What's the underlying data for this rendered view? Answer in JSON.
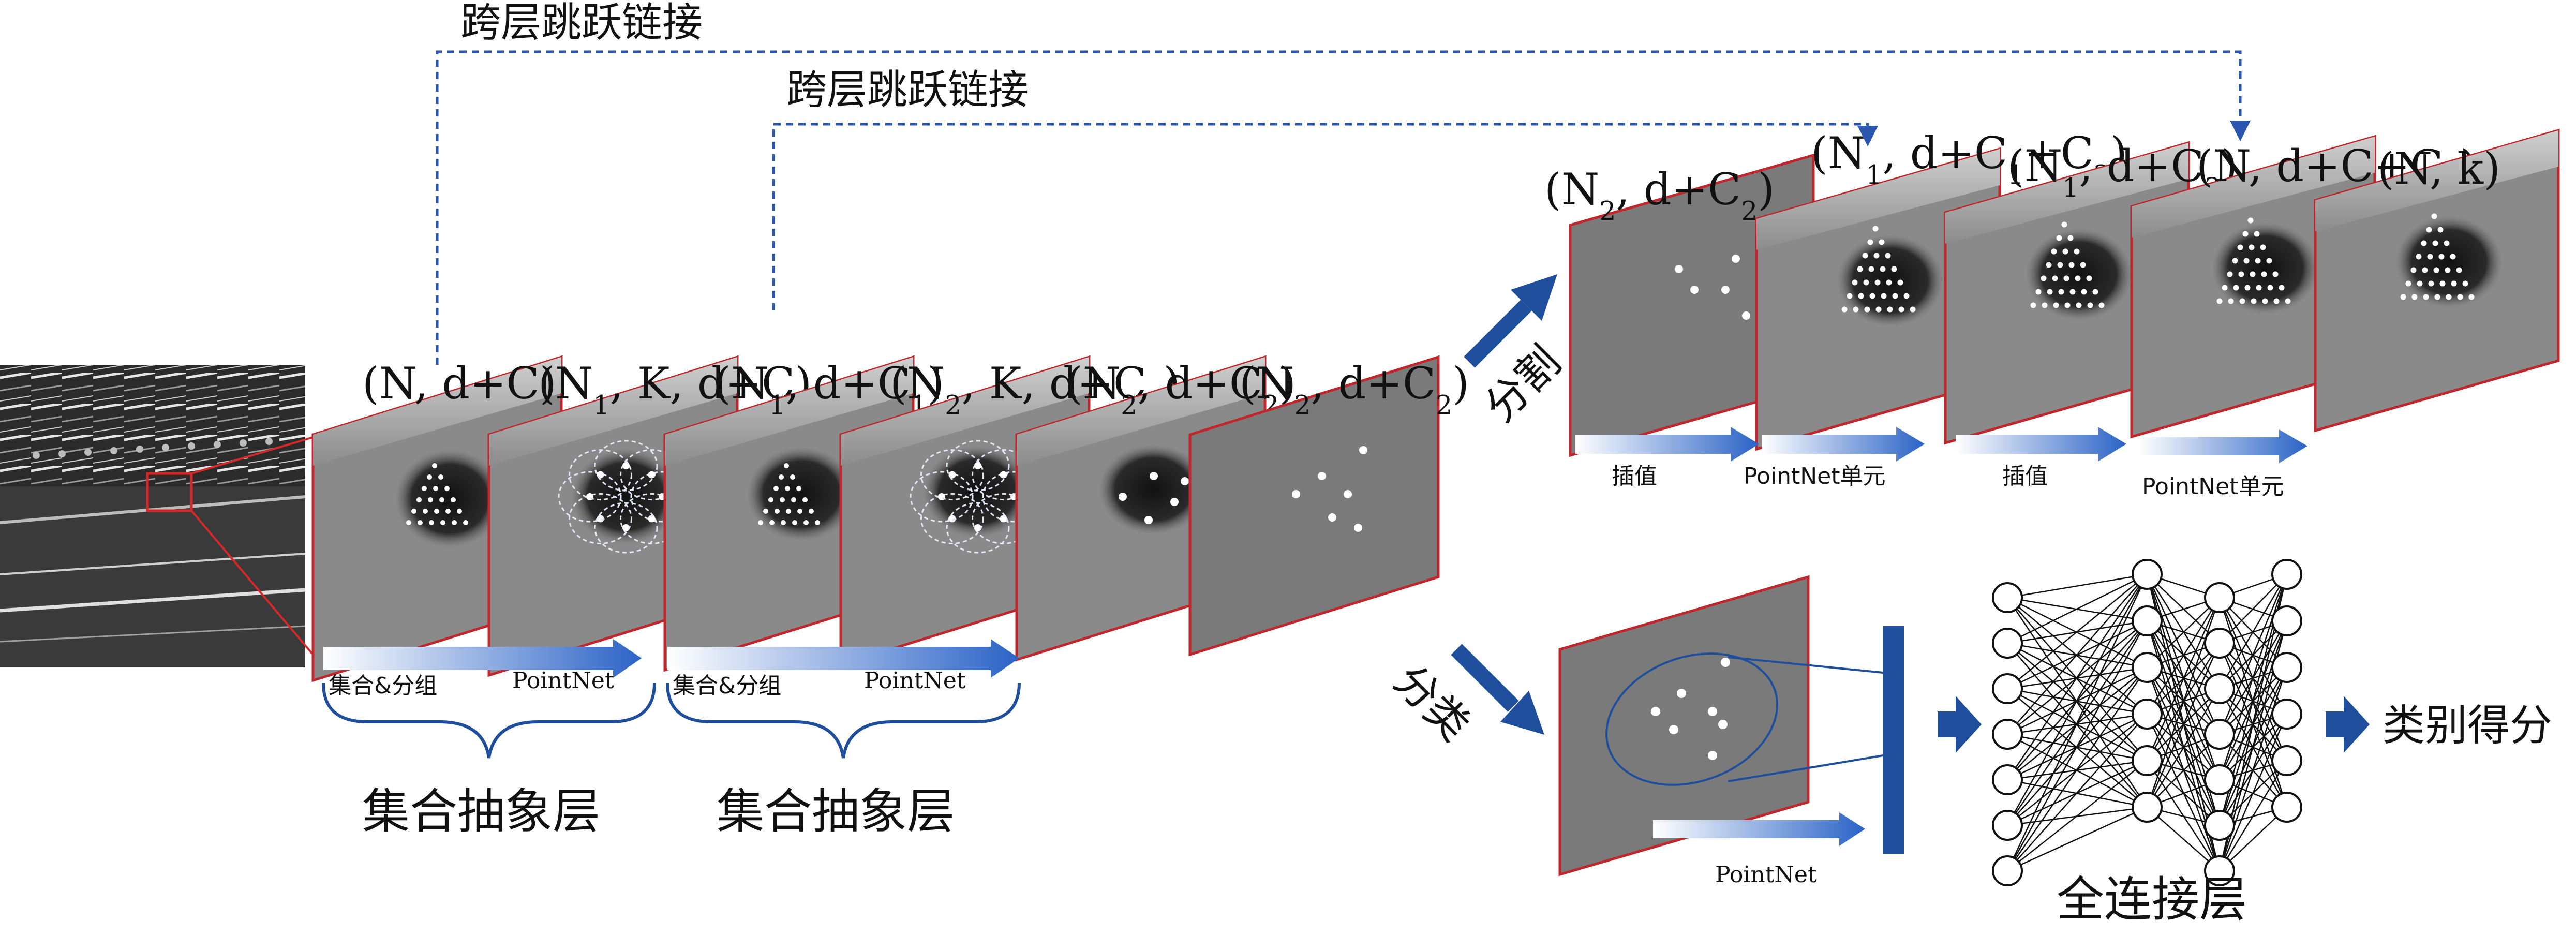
{
  "labels": {
    "skip_top": "跨层跳跃链接",
    "skip_inner": "跨层跳跃链接",
    "set_abstraction_1": "集合抽象层",
    "set_abstraction_2": "集合抽象层",
    "sampling_grouping_1": "集合&分组",
    "pointnet_1": "PointNet",
    "sampling_grouping_2": "集合&分组",
    "pointnet_2": "PointNet",
    "segmentation": "分割",
    "classification": "分类",
    "interp_1": "插值",
    "pointnet_unit_1": "PointNet单元",
    "interp_2": "插值",
    "pointnet_unit_2": "PointNet单元",
    "cls_pointnet": "PointNet",
    "fc_layer": "全连接层",
    "class_scores": "类别得分"
  },
  "encoder_shapes": [
    {
      "pre": "(N, d+C",
      "sub": "",
      "post": ")"
    },
    {
      "pre": "(N",
      "sub": "1",
      "post": ", K, d+C)"
    },
    {
      "pre": "(N",
      "sub": "1",
      "post": ", d+C",
      "sub2": "1",
      "post2": ")"
    },
    {
      "pre": "(N",
      "sub": "2",
      "post": ", K, d+C",
      "sub2": "1",
      "post2": ")"
    },
    {
      "pre": "(N",
      "sub": "2",
      "post": ", d+C",
      "sub2": "2",
      "post2": ")"
    },
    {
      "pre": "(N",
      "sub": "2",
      "post": ", d+C",
      "sub2": "2",
      "post2": ")"
    }
  ],
  "decoder_shapes": [
    {
      "pre": "(N",
      "sub": "2",
      "post": ", d+C",
      "sub2": "2",
      "post2": ")"
    },
    {
      "pre": "(N",
      "sub": "1",
      "post": ", d+C",
      "sub2": "1",
      "post2": "+C",
      "sub3": "2",
      "post3": ")"
    },
    {
      "pre": "(N",
      "sub": "1",
      "post": ", d+C",
      "sub2": "3",
      "post2": ")"
    },
    {
      "pre": "(N, d+C+C",
      "sub": "3",
      "post": ")"
    },
    {
      "pre": "(N, k)",
      "sub": "",
      "post": ""
    }
  ],
  "colors": {
    "accent_blue": "#1f4e9c",
    "frame_red": "#c0272d",
    "panel_gray": "#7a7a7a",
    "dash_blue": "#2a56b0"
  },
  "fc_network": {
    "layers": [
      7,
      6,
      7,
      6
    ]
  }
}
